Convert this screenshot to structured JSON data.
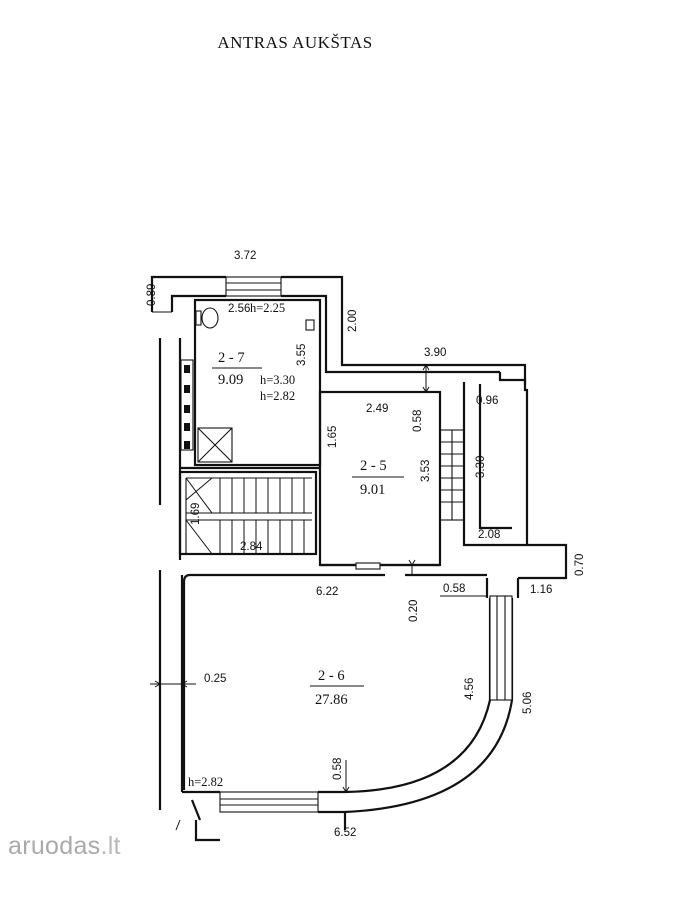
{
  "title": "ANTRAS AUKŠTAS",
  "rooms": {
    "r27": {
      "id": "2 - 7",
      "area": "9.09",
      "h1": "h=3.30",
      "h2": "h=2.82",
      "h3": "h=2.25"
    },
    "r25": {
      "id": "2 - 5",
      "area": "9.01"
    },
    "r26": {
      "id": "2 - 6",
      "area": "27.86",
      "h": "h=2.82"
    }
  },
  "dims": {
    "d372": "3.72",
    "d089": "0.89",
    "d256": "2.56",
    "d200": "2.00",
    "d355": "3.55",
    "d390": "3.90",
    "d249": "2.49",
    "d058a": "0.58",
    "d096": "0.96",
    "d165": "1.65",
    "d353": "3.53",
    "d330": "3.30",
    "d169": "1.69",
    "d284": "2.84",
    "d208": "2.08",
    "d070": "0.70",
    "d622": "6.22",
    "d020": "0.20",
    "d058b": "0.58",
    "d116": "1.16",
    "d025": "0.25",
    "d456": "4.56",
    "d506": "5.06",
    "d058c": "0.58",
    "d652": "6.52"
  },
  "watermark": {
    "text": "aruodas",
    "accent": ".lt"
  }
}
